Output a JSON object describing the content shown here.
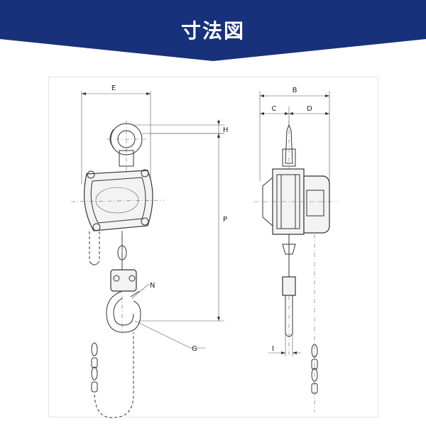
{
  "banner": {
    "title": "寸法図",
    "color": "#17317a",
    "text_color": "#ffffff"
  },
  "dimensions": {
    "E": "E",
    "H": "H",
    "P": "P",
    "N": "N",
    "G": "G",
    "B": "B",
    "C": "C",
    "D": "D",
    "I": "I"
  }
}
